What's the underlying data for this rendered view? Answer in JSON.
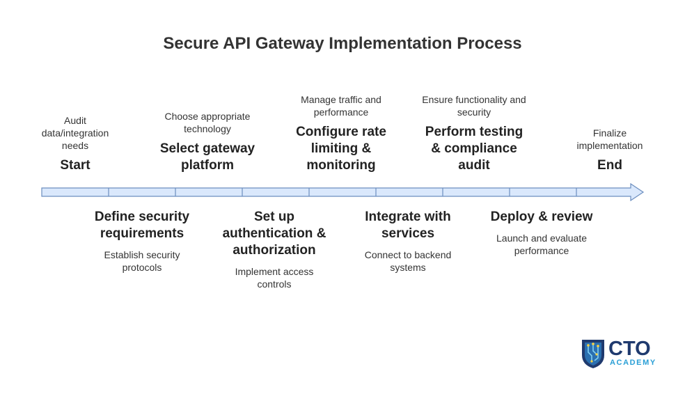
{
  "title": "Secure API Gateway Implementation Process",
  "steps_above": [
    {
      "label": "Start",
      "description": "Audit data/integration needs"
    },
    {
      "label": "Select gateway platform",
      "description": "Choose appropriate technology"
    },
    {
      "label": "Configure rate limiting & monitoring",
      "description": "Manage traffic and performance"
    },
    {
      "label": "Perform testing & compliance audit",
      "description": "Ensure functionality and security"
    },
    {
      "label": "End",
      "description": "Finalize implementation"
    }
  ],
  "steps_below": [
    {
      "label": "Define security requirements",
      "description": "Establish security protocols"
    },
    {
      "label": "Set up authentication & authorization",
      "description": "Implement access controls"
    },
    {
      "label": "Integrate with services",
      "description": "Connect to backend systems"
    },
    {
      "label": "Deploy & review",
      "description": "Launch and evaluate performance"
    }
  ],
  "logo": {
    "main": "CTO",
    "sub": "ACADEMY"
  },
  "colors": {
    "arrow_fill": "#dae8fc",
    "arrow_stroke": "#6c8ebf",
    "logo_dark": "#1f3a6e",
    "logo_accent": "#2a9fd6"
  }
}
